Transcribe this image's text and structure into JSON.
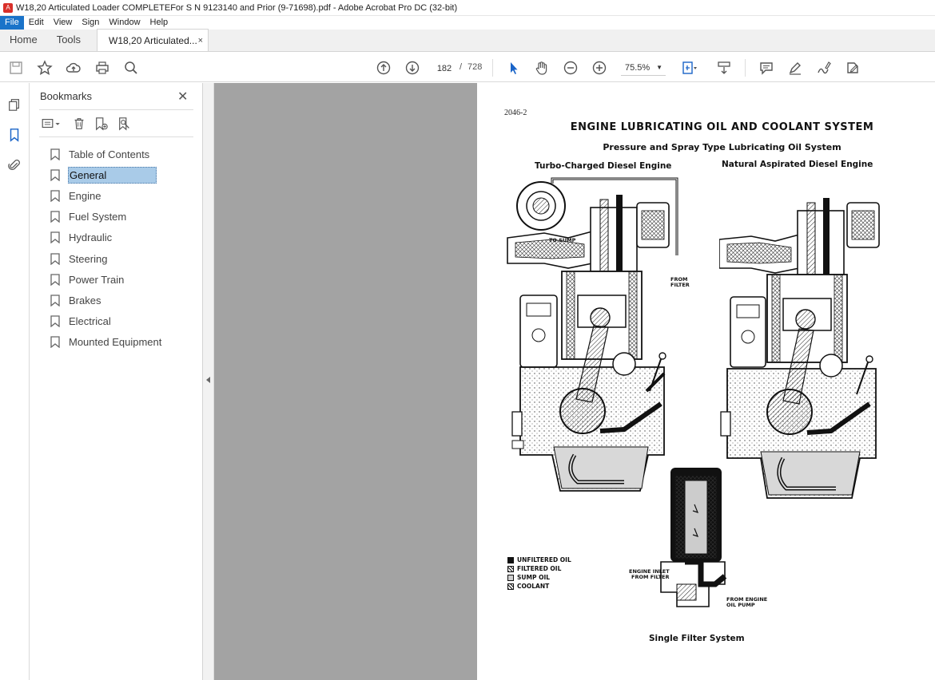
{
  "window": {
    "title": "W18,20 Articulated Loader COMPLETEFor S N 9123140 and Prior (9-71698).pdf - Adobe Acrobat Pro DC (32-bit)"
  },
  "menu": [
    "File",
    "Edit",
    "View",
    "Sign",
    "Window",
    "Help"
  ],
  "tabs": {
    "home": "Home",
    "tools": "Tools",
    "document": "W18,20 Articulated...",
    "close": "×"
  },
  "toolbar": {
    "current_page": "182",
    "separator": "/",
    "total_pages": "728",
    "zoom": "75.5%"
  },
  "bookmarks": {
    "title": "Bookmarks",
    "close": "✕",
    "items": [
      {
        "label": "Table of Contents"
      },
      {
        "label": "General",
        "selected": true
      },
      {
        "label": "Engine"
      },
      {
        "label": "Fuel System"
      },
      {
        "label": "Hydraulic"
      },
      {
        "label": "Steering"
      },
      {
        "label": "Power Train"
      },
      {
        "label": "Brakes"
      },
      {
        "label": "Electrical"
      },
      {
        "label": "Mounted Equipment"
      }
    ]
  },
  "document": {
    "page_number": "2046-2",
    "title": "ENGINE LUBRICATING OIL AND COOLANT SYSTEM",
    "subtitle": "Pressure and Spray Type Lubricating Oil System",
    "left_heading": "Turbo-Charged Diesel Engine",
    "right_heading": "Natural Aspirated Diesel Engine",
    "label_to_sump": "TO SUMP",
    "label_from_filter": [
      "FROM",
      "FILTER"
    ],
    "label_engine_inlet": [
      "ENGINE INLET",
      "FROM FILTER"
    ],
    "label_from_pump": [
      "FROM ENGINE",
      "OIL PUMP"
    ],
    "filter_caption": "Single Filter System",
    "legend": [
      {
        "label": "UNFILTERED OIL",
        "style": "black"
      },
      {
        "label": "FILTERED OIL",
        "style": "hatched"
      },
      {
        "label": "SUMP OIL",
        "style": "light"
      },
      {
        "label": "COOLANT",
        "style": "cross"
      }
    ]
  }
}
